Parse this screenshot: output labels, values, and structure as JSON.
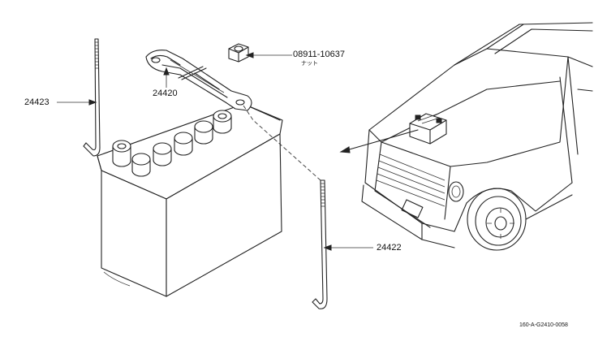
{
  "parts": [
    {
      "id": "rod-left",
      "number": "24423"
    },
    {
      "id": "hold-down-frame",
      "number": "24420"
    },
    {
      "id": "nut",
      "number": "08911-10637",
      "sublabel": "ナット"
    },
    {
      "id": "rod-right",
      "number": "24422"
    }
  ],
  "figure_code": "160-A-G2410-0058"
}
